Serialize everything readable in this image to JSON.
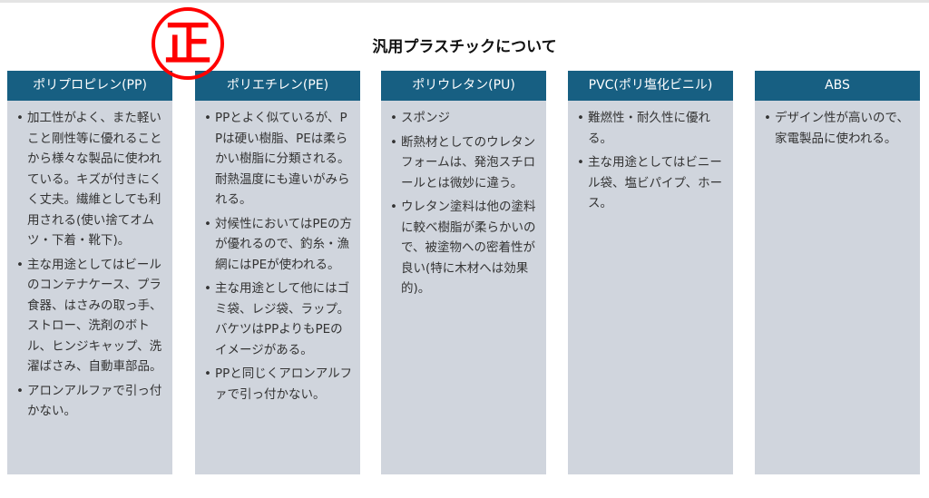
{
  "title": "汎用プラスチックについて",
  "stamp": "正",
  "columns": [
    {
      "header": "ポリプロピレン(PP)",
      "bullets": [
        "加工性がよく、また軽いこと剛性等に優れることから様々な製品に使われている。キズが付きにくく丈夫。繊維としても利用される(使い捨てオムツ・下着・靴下)。",
        "主な用途としてはビールのコンテナケース、プラ食器、はさみの取っ手、ストロー、洗剤のボトル、ヒンジキャップ、洗濯ばさみ、自動車部品。",
        "アロンアルファで引っ付かない。"
      ]
    },
    {
      "header": "ポリエチレン(PE)",
      "bullets": [
        "PPとよく似ているが、PPは硬い樹脂、PEは柔らかい樹脂に分類される。耐熱温度にも違いがみられる。",
        "対候性においてはPEの方が優れるので、釣糸・漁網にはPEが使われる。",
        "主な用途として他にはゴミ袋、レジ袋、ラップ。バケツはPPよりもPEのイメージがある。",
        "PPと同じくアロンアルファで引っ付かない。"
      ]
    },
    {
      "header": "ポリウレタン(PU)",
      "bullets": [
        "スポンジ",
        "断熱材としてのウレタンフォームは、発泡スチロールとは微妙に違う。",
        "ウレタン塗料は他の塗料に較べ樹脂が柔らかいので、被塗物への密着性が良い(特に木材へは効果的)。"
      ]
    },
    {
      "header": "PVC(ポリ塩化ビニル)",
      "bullets": [
        "難燃性・耐久性に優れる。",
        "主な用途としてはビニール袋、塩ビパイプ、ホース。"
      ]
    },
    {
      "header": "ABS",
      "bullets": [
        "デザイン性が高いので、家電製品に使われる。"
      ]
    }
  ]
}
